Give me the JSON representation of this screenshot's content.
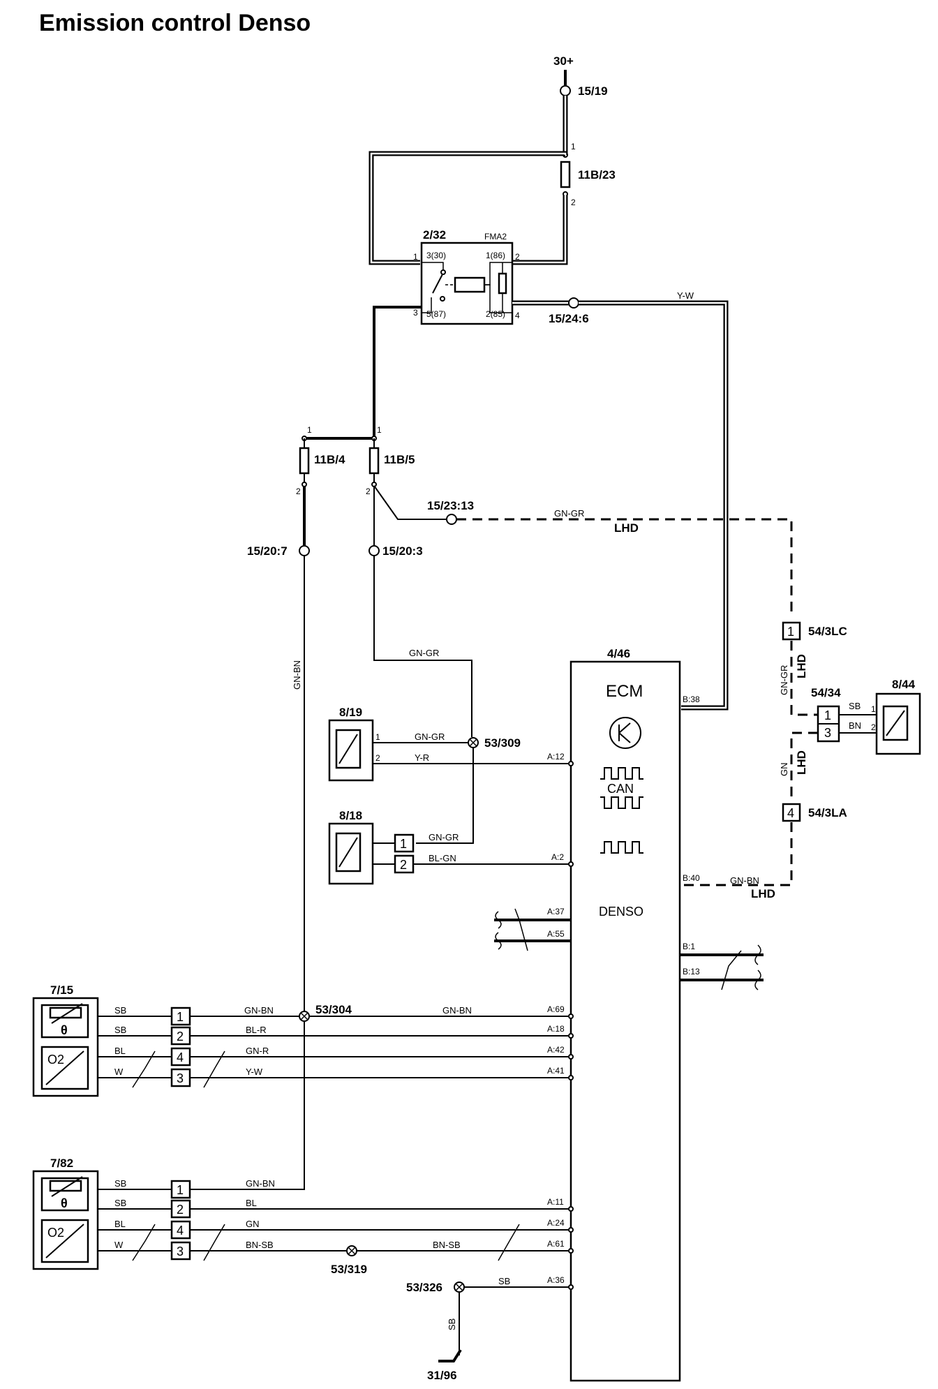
{
  "title": "Emission control Denso",
  "supply": {
    "terminal": "30+",
    "splice": "15/19"
  },
  "fuses": {
    "f11b23": "11B/23",
    "f11b4": "11B/4",
    "f11b5": "11B/5"
  },
  "relay": {
    "id": "2/32",
    "name": "FMA2",
    "p30": "3(30)",
    "p86": "1(86)",
    "p87": "5(87)",
    "p85": "2(85)"
  },
  "splices": {
    "s15_24_6": "15/24:6",
    "s15_23_13": "15/23:13",
    "s15_20_7": "15/20:7",
    "s15_20_3": "15/20:3",
    "s53_309": "53/309",
    "s53_304": "53/304",
    "s53_319": "53/319",
    "s53_326": "53/326",
    "ground": "31/96"
  },
  "ecm": {
    "id": "4/46",
    "name": "ECM",
    "can": "CAN",
    "maker": "DENSO",
    "pins": {
      "b38": "B:38",
      "b40": "B:40",
      "b1": "B:1",
      "b13": "B:13",
      "a12": "A:12",
      "a2": "A:2",
      "a37": "A:37",
      "a55": "A:55",
      "a69": "A:69",
      "a18": "A:18",
      "a42": "A:42",
      "a41": "A:41",
      "a11": "A:11",
      "a24": "A:24",
      "a61": "A:61",
      "a36": "A:36"
    }
  },
  "components": {
    "c8_19": "8/19",
    "c8_18": "8/18",
    "c7_15": "7/15",
    "c7_82": "7/82",
    "c8_44": "8/44",
    "c54_34": "54/34",
    "c54_3lc": "54/3LC",
    "c54_3la": "54/3LA"
  },
  "wires": {
    "yw": "Y-W",
    "gngr": "GN-GR",
    "gnbn": "GN-BN",
    "yr": "Y-R",
    "blgn": "BL-GN",
    "sb": "SB",
    "bl": "BL",
    "w": "W",
    "blr": "BL-R",
    "gnr": "GN-R",
    "gn": "GN",
    "bnsb": "BN-SB",
    "bn": "BN",
    "lhd": "LHD"
  },
  "pin_numbers": {
    "one": "1",
    "two": "2",
    "three": "3",
    "four": "4"
  },
  "sensor_symbols": {
    "theta": "θ",
    "o2": "O2"
  }
}
